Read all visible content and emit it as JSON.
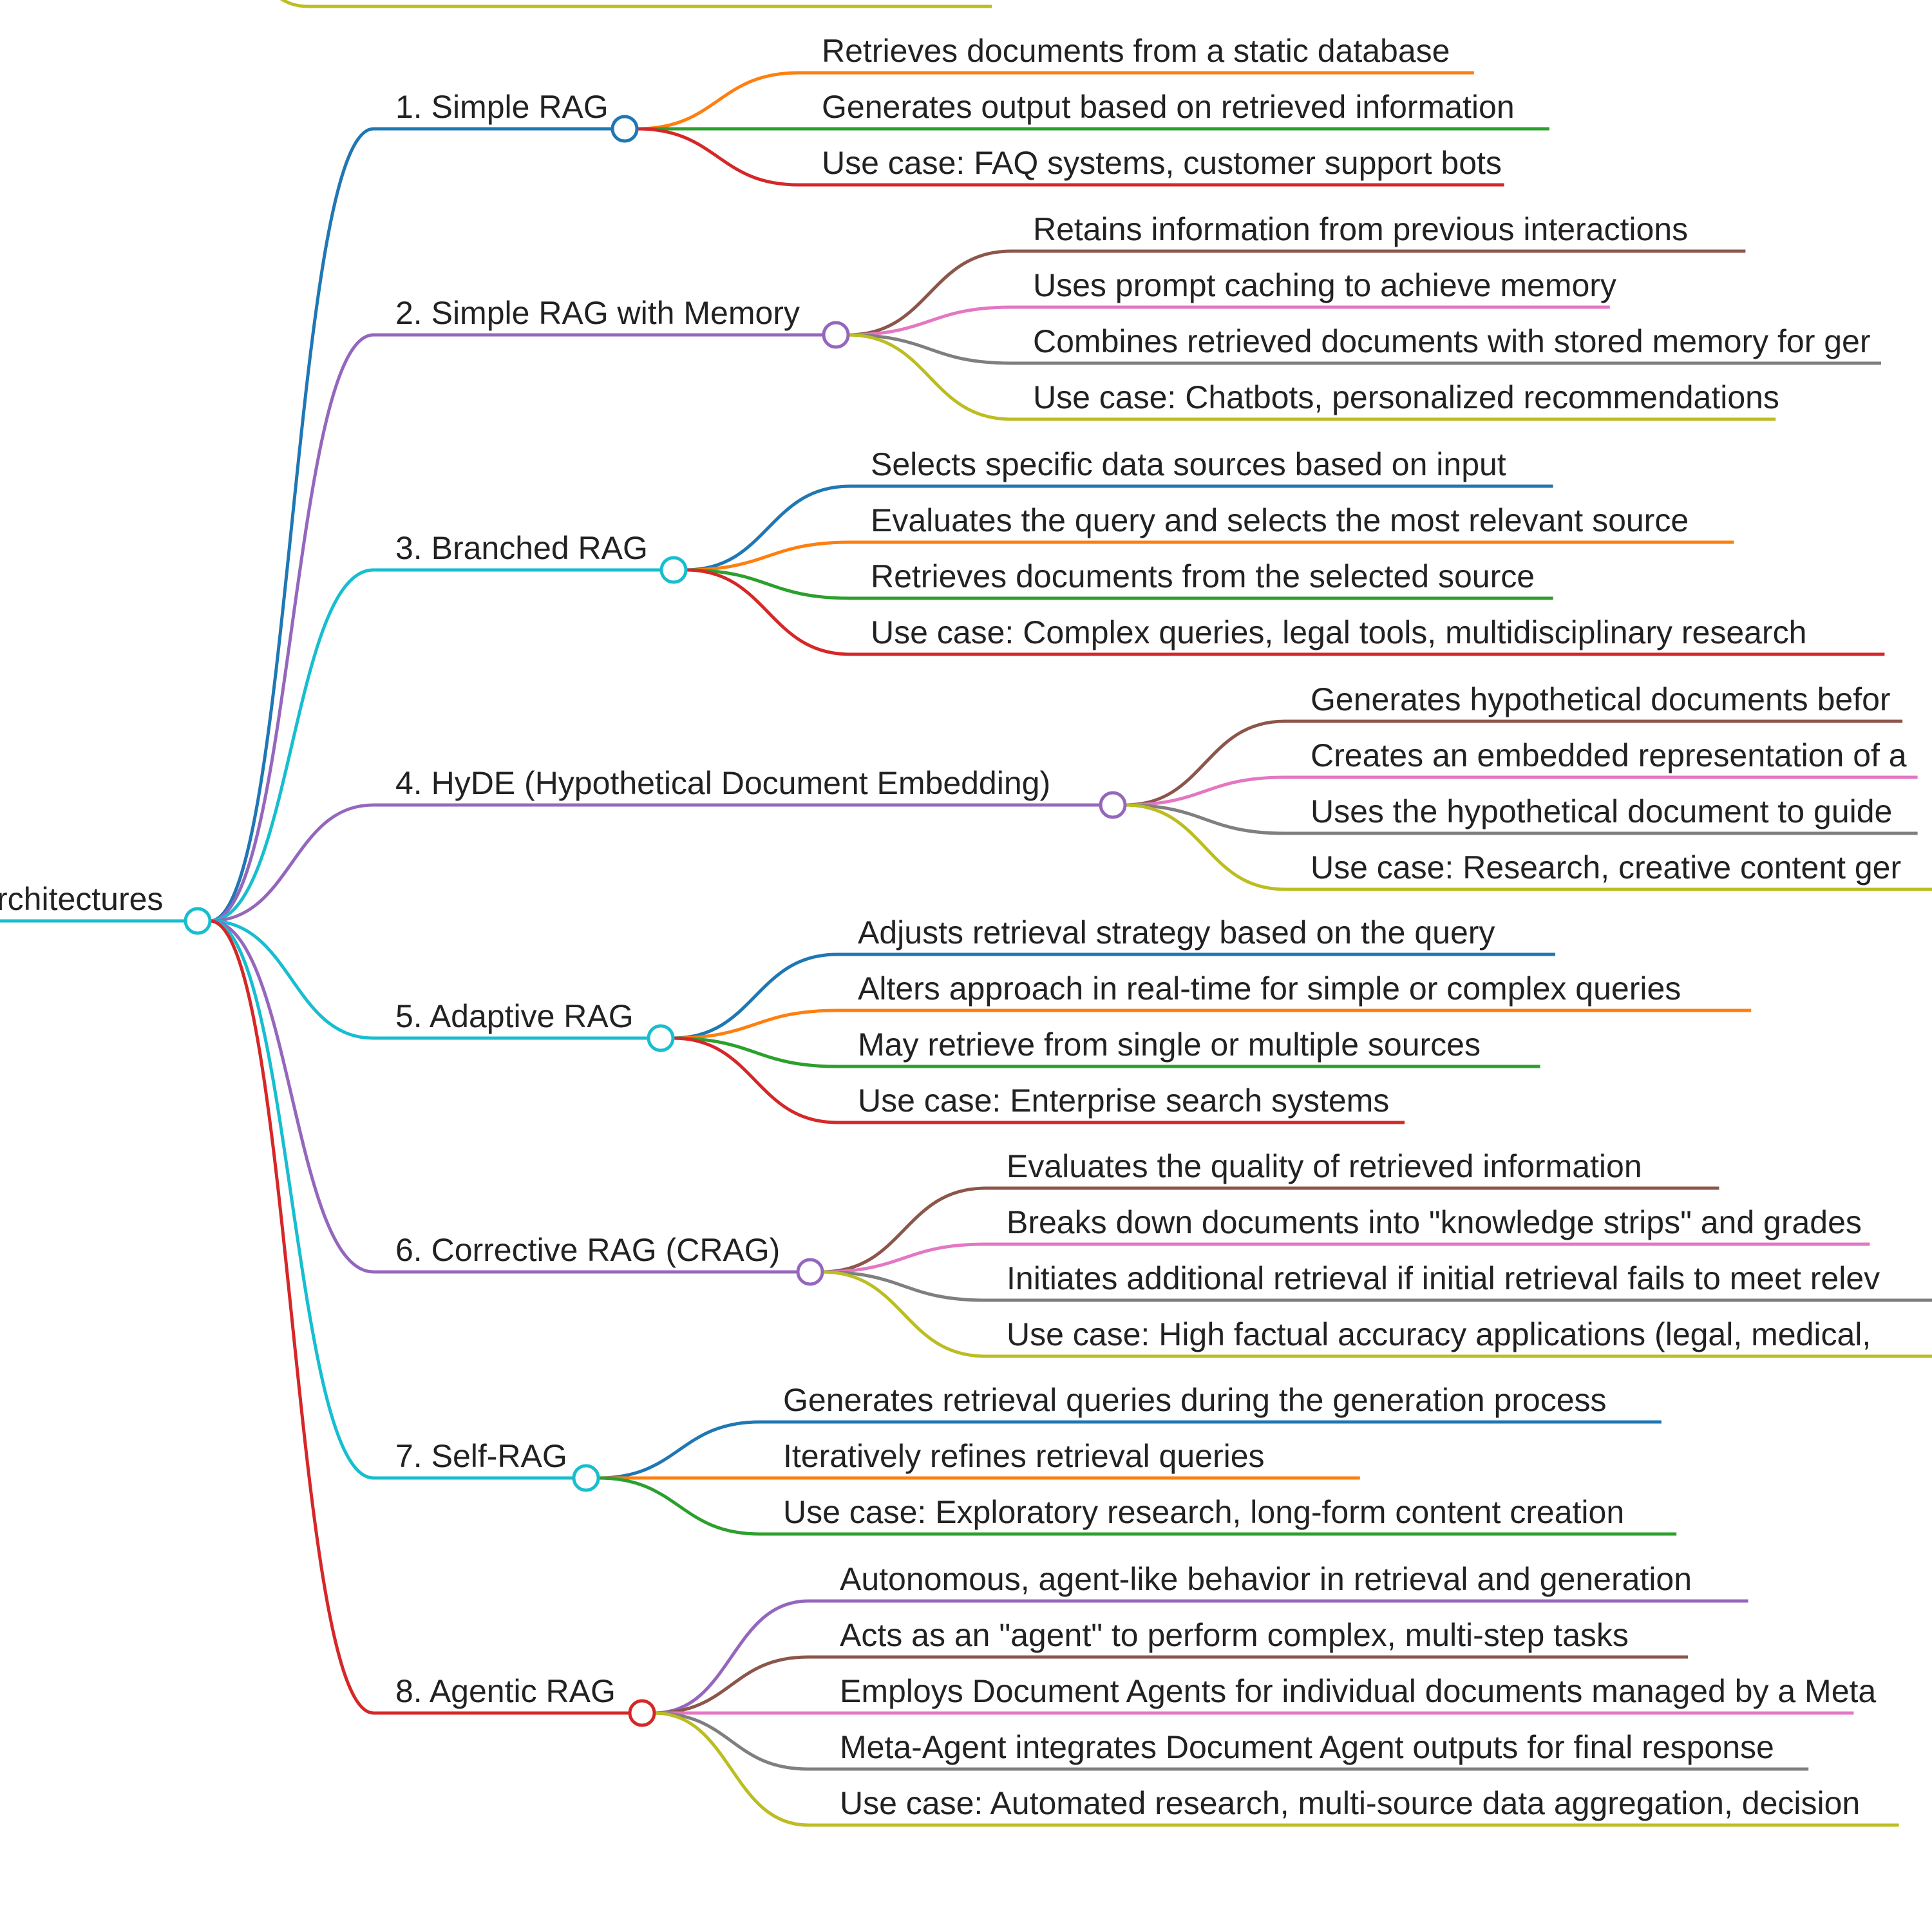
{
  "root": {
    "label": "rchitectures",
    "color": "#17becf"
  },
  "branches": [
    {
      "label": "1. Simple RAG",
      "color": "#1f77b4",
      "items": [
        {
          "label": "Retrieves documents from a static database",
          "color": "#ff7f0e"
        },
        {
          "label": "Generates output based on retrieved information",
          "color": "#2ca02c"
        },
        {
          "label": "Use case: FAQ systems, customer support bots",
          "color": "#d62728"
        }
      ]
    },
    {
      "label": "2. Simple RAG with Memory",
      "color": "#9467bd",
      "items": [
        {
          "label": "Retains information from previous interactions",
          "color": "#8c564b"
        },
        {
          "label": "Uses prompt caching to achieve memory",
          "color": "#e377c2"
        },
        {
          "label": "Combines retrieved documents with stored memory for ger",
          "color": "#7f7f7f"
        },
        {
          "label": "Use case: Chatbots, personalized recommendations",
          "color": "#bcbd22"
        }
      ]
    },
    {
      "label": "3. Branched RAG",
      "color": "#17becf",
      "items": [
        {
          "label": "Selects specific data sources based on input",
          "color": "#1f77b4"
        },
        {
          "label": "Evaluates the query and selects the most relevant source",
          "color": "#ff7f0e"
        },
        {
          "label": "Retrieves documents from the selected source",
          "color": "#2ca02c"
        },
        {
          "label": "Use case: Complex queries, legal tools, multidisciplinary research",
          "color": "#d62728"
        }
      ]
    },
    {
      "label": "4. HyDE (Hypothetical Document Embedding)",
      "color": "#9467bd",
      "items": [
        {
          "label": "Generates hypothetical documents befor",
          "color": "#8c564b"
        },
        {
          "label": "Creates an embedded representation of a",
          "color": "#e377c2"
        },
        {
          "label": "Uses the hypothetical document to guide",
          "color": "#7f7f7f"
        },
        {
          "label": "Use case: Research, creative content ger",
          "color": "#bcbd22"
        }
      ]
    },
    {
      "label": "5. Adaptive RAG",
      "color": "#17becf",
      "items": [
        {
          "label": "Adjusts retrieval strategy based on the query",
          "color": "#1f77b4"
        },
        {
          "label": "Alters approach in real-time for simple or complex queries",
          "color": "#ff7f0e"
        },
        {
          "label": "May retrieve from single or multiple sources",
          "color": "#2ca02c"
        },
        {
          "label": "Use case: Enterprise search systems",
          "color": "#d62728"
        }
      ]
    },
    {
      "label": "6. Corrective RAG (CRAG)",
      "color": "#9467bd",
      "items": [
        {
          "label": "Evaluates the quality of retrieved information",
          "color": "#8c564b"
        },
        {
          "label": "Breaks down documents into \"knowledge strips\" and grades",
          "color": "#e377c2"
        },
        {
          "label": "Initiates additional retrieval if initial retrieval fails to meet relev",
          "color": "#7f7f7f"
        },
        {
          "label": "Use case: High factual accuracy applications (legal, medical,",
          "color": "#bcbd22"
        }
      ]
    },
    {
      "label": "7. Self-RAG",
      "color": "#17becf",
      "items": [
        {
          "label": "Generates retrieval queries during the generation process",
          "color": "#1f77b4"
        },
        {
          "label": "Iteratively refines retrieval queries",
          "color": "#ff7f0e"
        },
        {
          "label": "Use case: Exploratory research, long-form content creation",
          "color": "#2ca02c"
        }
      ]
    },
    {
      "label": "8. Agentic RAG",
      "color": "#d62728",
      "items": [
        {
          "label": "Autonomous, agent-like behavior in retrieval and generation",
          "color": "#9467bd"
        },
        {
          "label": "Acts as an \"agent\" to perform complex, multi-step tasks",
          "color": "#8c564b"
        },
        {
          "label": "Employs Document Agents for individual documents managed by a Meta",
          "color": "#e377c2"
        },
        {
          "label": "Meta-Agent integrates Document Agent outputs for final response",
          "color": "#7f7f7f"
        },
        {
          "label": "Use case: Automated research, multi-source data aggregation, decision",
          "color": "#bcbd22"
        }
      ]
    }
  ]
}
